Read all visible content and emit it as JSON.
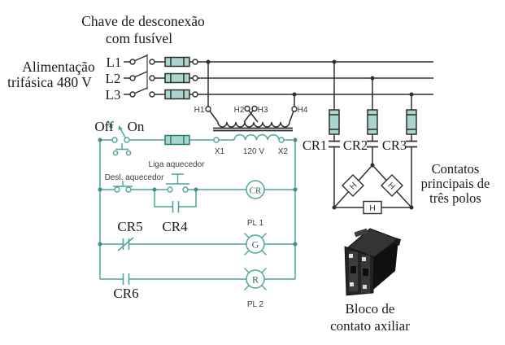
{
  "diagram": {
    "title": {
      "line1": "Chave de desconexão",
      "line2": "com fusível"
    },
    "supply": {
      "line1": "Alimentação",
      "line2": "trifásica 480 V"
    },
    "phases": {
      "l1": "L1",
      "l2": "L2",
      "l3": "L3"
    },
    "transformer": {
      "h1": "H1",
      "h2": "H2",
      "h3": "H3",
      "h4": "H4",
      "x1": "X1",
      "x2": "X2",
      "secondary_voltage": "120 V"
    },
    "selector": {
      "off": "Off",
      "on": "On"
    },
    "control": {
      "stop_button": "Desl. aquecedor",
      "start_button": "Liga aquecedor",
      "coil": "CR",
      "contact_cr4": "CR4",
      "contact_cr5": "CR5",
      "contact_cr6": "CR6",
      "pilot1": {
        "tag": "PL 1",
        "lamp": "G"
      },
      "pilot2": {
        "tag": "PL 2",
        "lamp": "R"
      }
    },
    "power_contacts": {
      "cr1": "CR1",
      "cr2": "CR2",
      "cr3": "CR3",
      "caption": {
        "line1": "Contatos",
        "line2": "principais de",
        "line3": "três polos"
      }
    },
    "heaters": {
      "h": "H"
    },
    "aux_block": {
      "caption_line1": "Bloco de",
      "caption_line2": "contato axiliar"
    },
    "colors": {
      "power_wire": "#2e2e2e",
      "control_wire": "#4fa69c",
      "fuse_fill": "#a8d5ce"
    }
  }
}
